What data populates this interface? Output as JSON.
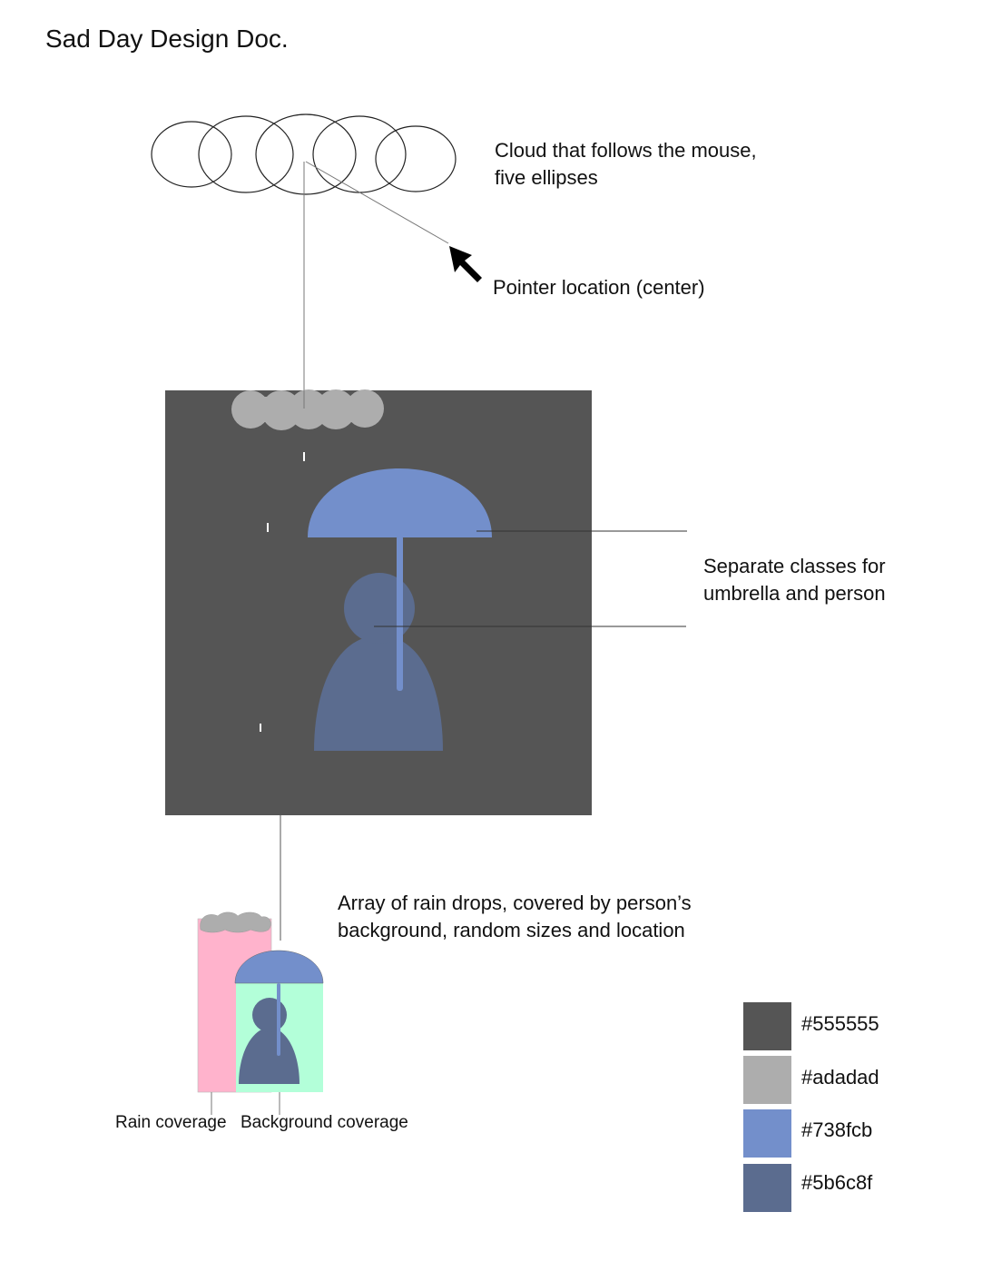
{
  "title": "Sad Day Design Doc.",
  "annotations": {
    "cloud_line1": "Cloud that follows the mouse,",
    "cloud_line2": "five ellipses",
    "pointer": "Pointer location (center)",
    "classes_line1": "Separate classes for",
    "classes_line2": "umbrella and person",
    "rain_line1": "Array of rain drops, covered by person’s",
    "rain_line2": "background, random sizes and location",
    "rain_coverage": "Rain coverage",
    "background_coverage": "Background coverage"
  },
  "palette": [
    {
      "hex": "#555555",
      "label": "#555555"
    },
    {
      "hex": "#adadad",
      "label": "#adadad"
    },
    {
      "hex": "#738fcb",
      "label": "#738fcb"
    },
    {
      "hex": "#5b6c8f",
      "label": "#5b6c8f"
    }
  ],
  "colors": {
    "rain_coverage": "#ffb3cc",
    "background_coverage": "#b3ffd9",
    "raindrop": "#ffffff"
  }
}
